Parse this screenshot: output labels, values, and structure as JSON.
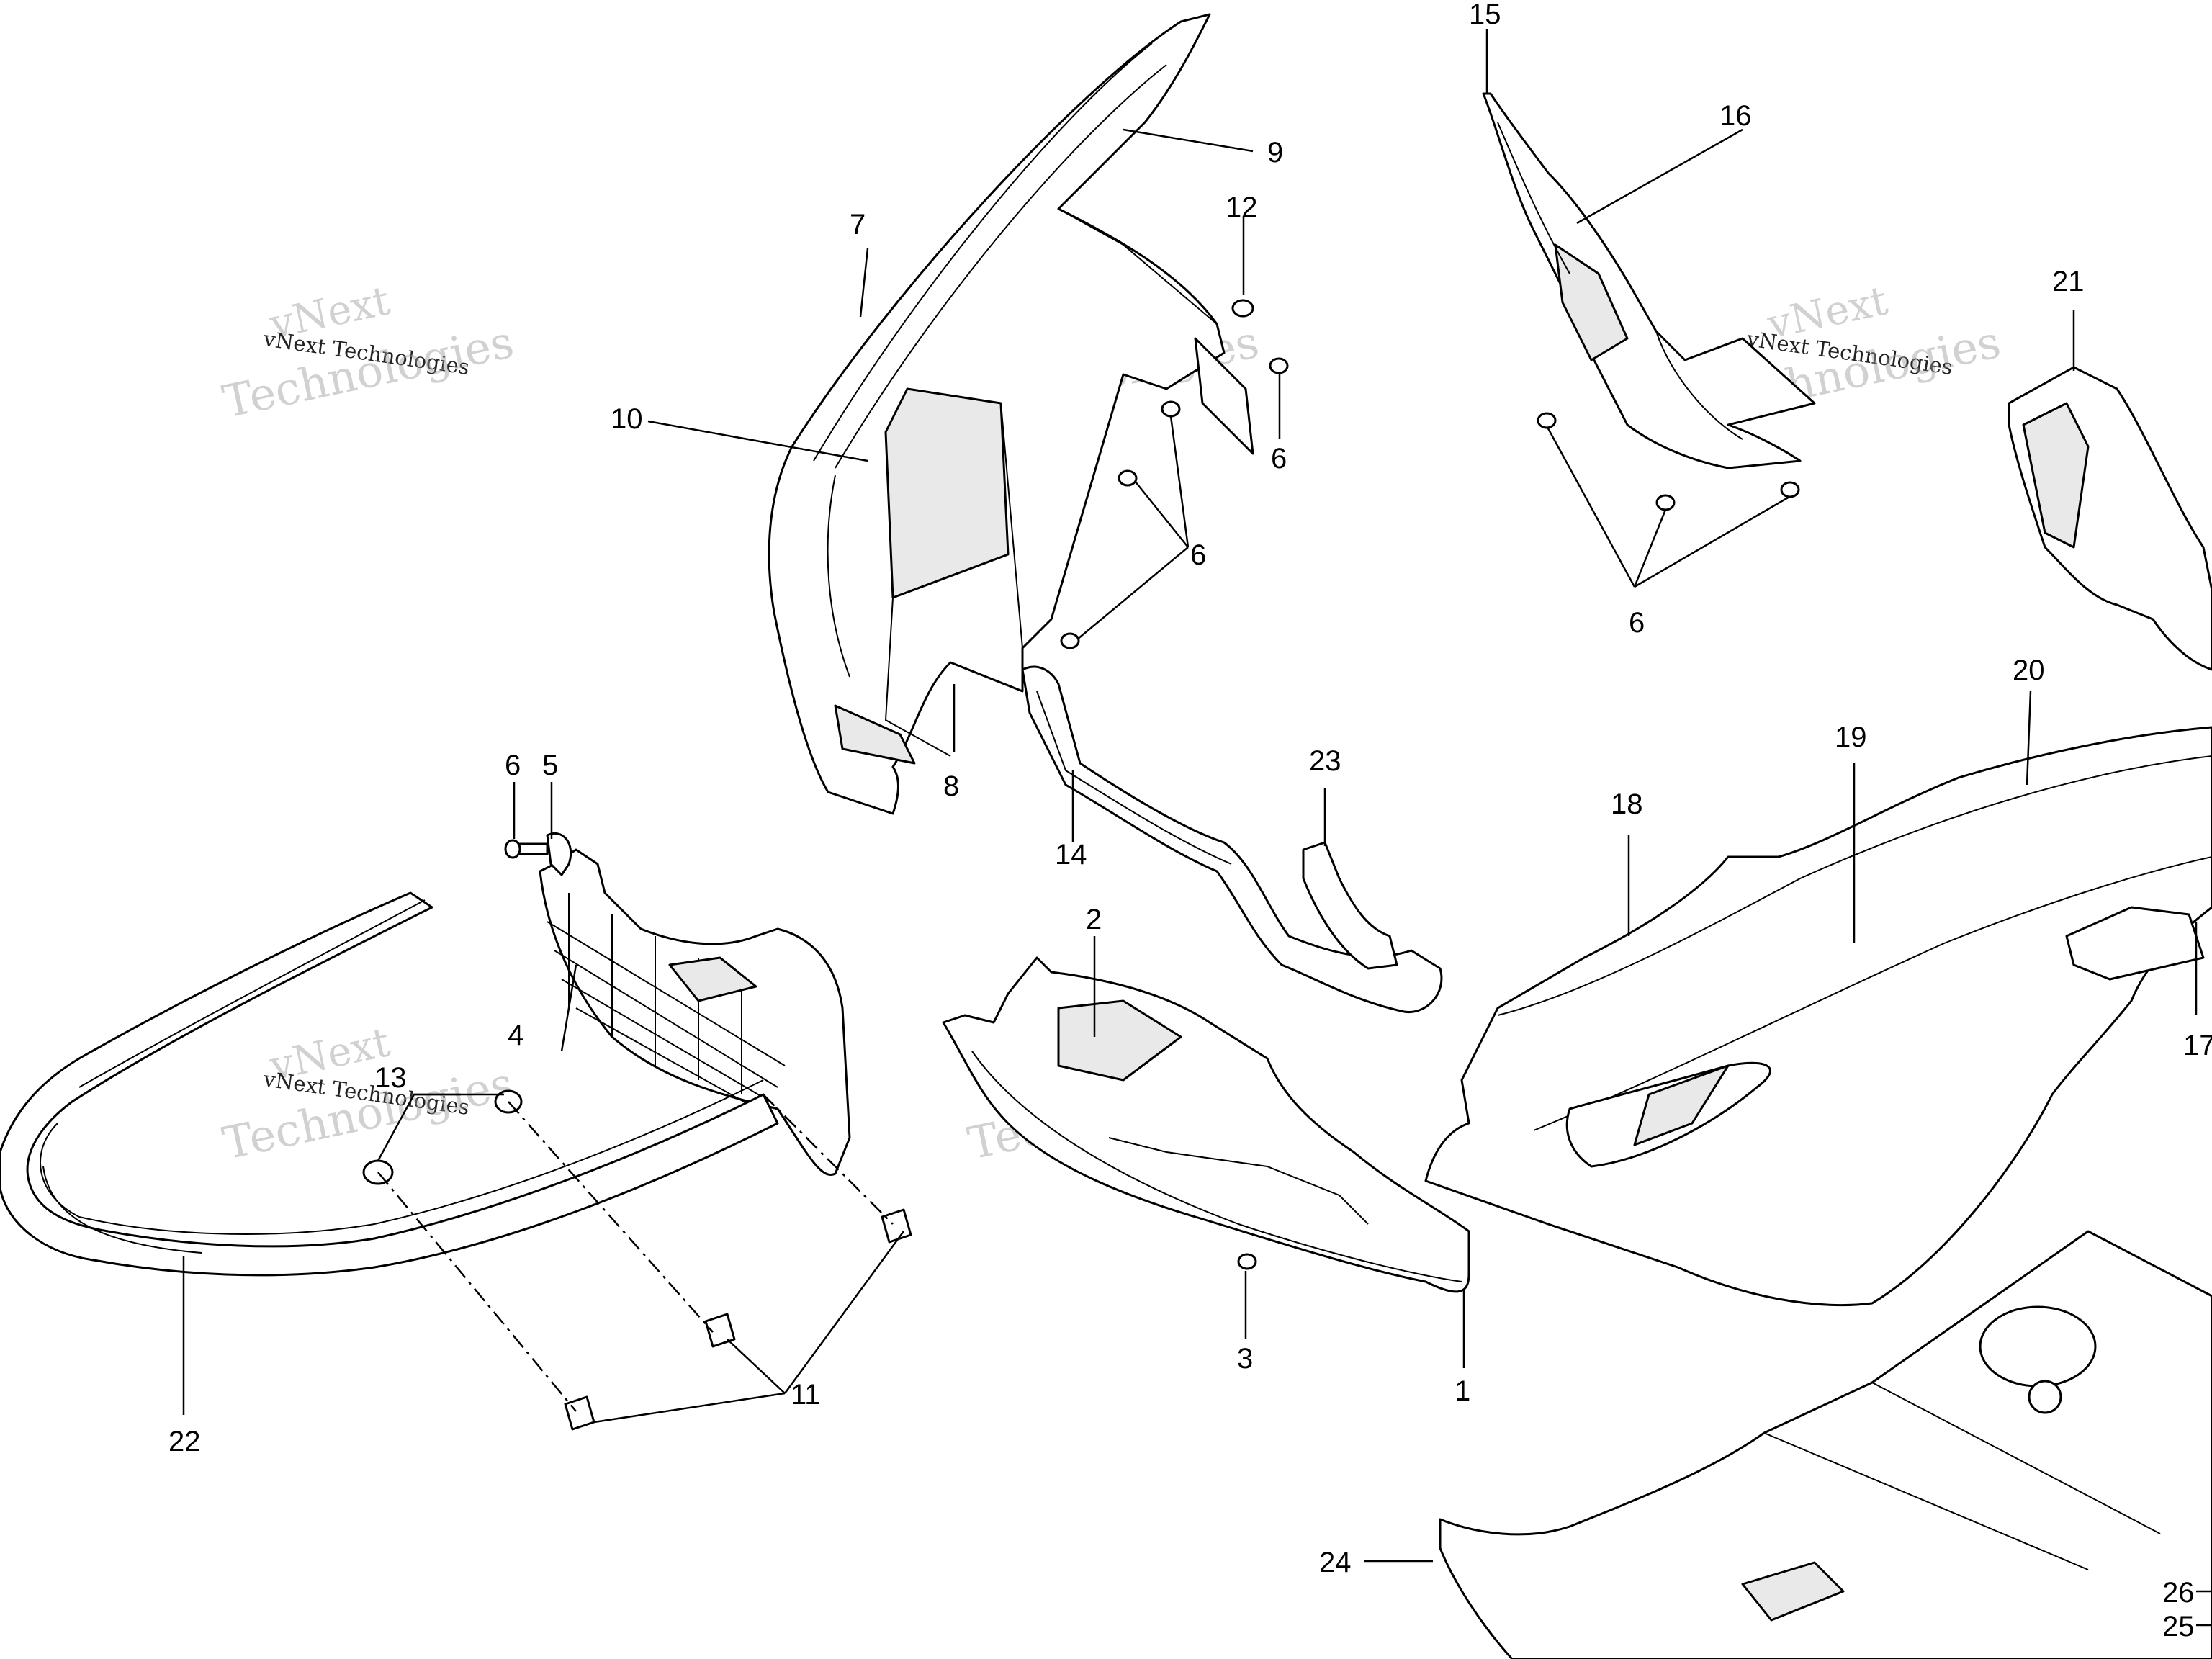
{
  "callouts": [
    {
      "id": "c1",
      "text": "1"
    },
    {
      "id": "c2",
      "text": "2"
    },
    {
      "id": "c3",
      "text": "3"
    },
    {
      "id": "c4",
      "text": "4"
    },
    {
      "id": "c5",
      "text": "5"
    },
    {
      "id": "c6a",
      "text": "6"
    },
    {
      "id": "c6b",
      "text": "6"
    },
    {
      "id": "c6c",
      "text": "6"
    },
    {
      "id": "c6d",
      "text": "6"
    },
    {
      "id": "c7",
      "text": "7"
    },
    {
      "id": "c8",
      "text": "8"
    },
    {
      "id": "c9",
      "text": "9"
    },
    {
      "id": "c10",
      "text": "10"
    },
    {
      "id": "c11",
      "text": "11"
    },
    {
      "id": "c12",
      "text": "12"
    },
    {
      "id": "c13",
      "text": "13"
    },
    {
      "id": "c14",
      "text": "14"
    },
    {
      "id": "c15",
      "text": "15"
    },
    {
      "id": "c16",
      "text": "16"
    },
    {
      "id": "c17",
      "text": "17"
    },
    {
      "id": "c18",
      "text": "18"
    },
    {
      "id": "c19",
      "text": "19"
    },
    {
      "id": "c20",
      "text": "20"
    },
    {
      "id": "c21",
      "text": "21"
    },
    {
      "id": "c22",
      "text": "22"
    },
    {
      "id": "c23",
      "text": "23"
    },
    {
      "id": "c24",
      "text": "24"
    },
    {
      "id": "c25",
      "text": "25"
    },
    {
      "id": "c26",
      "text": "26"
    }
  ],
  "watermark": {
    "brand": "vNext",
    "line": "vNext Technologies",
    "big": "Technologies"
  }
}
